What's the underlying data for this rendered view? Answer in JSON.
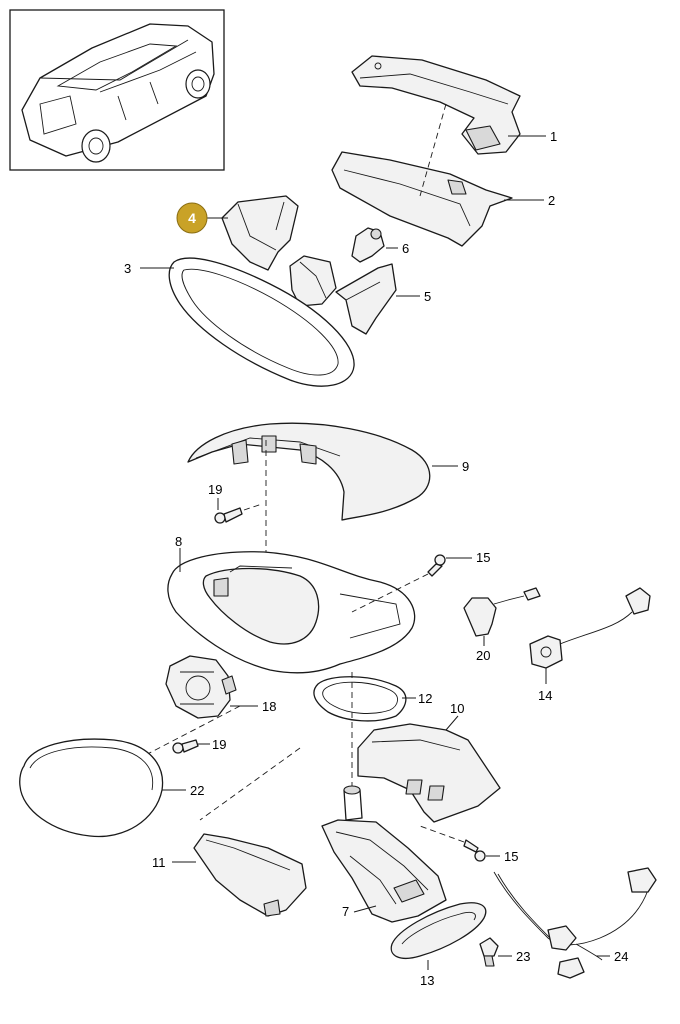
{
  "highlight": {
    "label": "4",
    "fill": "#c9a227",
    "stroke": "#8a6d12"
  },
  "callouts": {
    "c1": "1",
    "c2": "2",
    "c3": "3",
    "c5": "5",
    "c6": "6",
    "c7": "7",
    "c8": "8",
    "c9": "9",
    "c10": "10",
    "c11": "11",
    "c12": "12",
    "c13": "13",
    "c14": "14",
    "c15a": "15",
    "c15b": "15",
    "c18": "18",
    "c19a": "19",
    "c19b": "19",
    "c20": "20",
    "c22": "22",
    "c23": "23",
    "c24": "24"
  }
}
